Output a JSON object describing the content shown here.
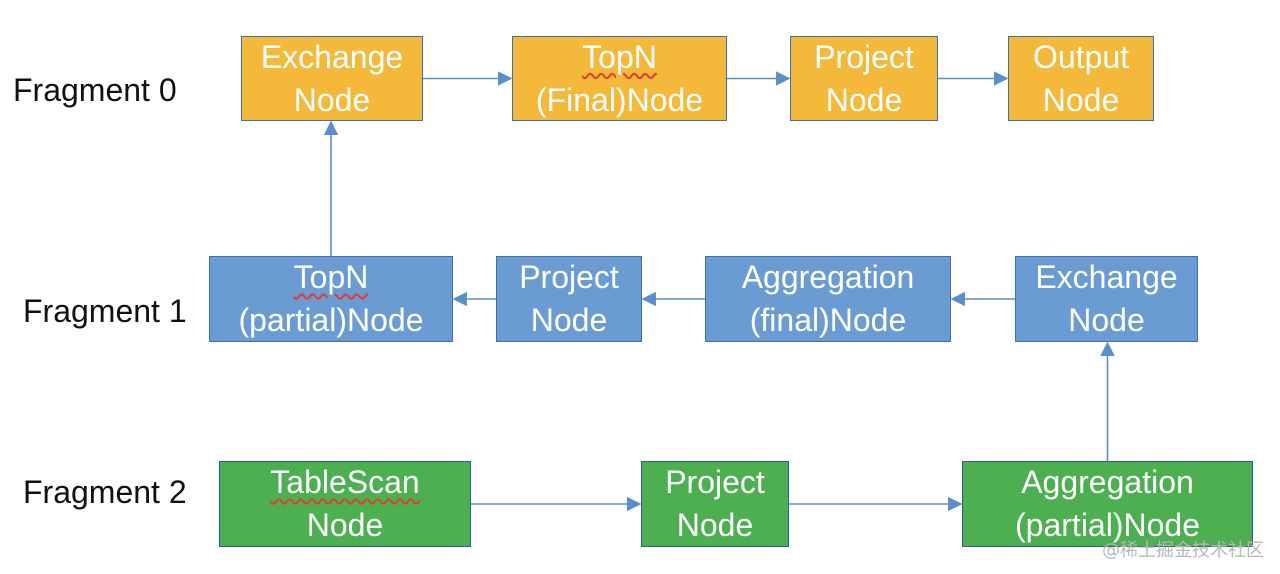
{
  "fragments": [
    {
      "label": "Fragment 0",
      "nodes": [
        {
          "id": "f0-exchange",
          "line1": "Exchange",
          "line2": "Node"
        },
        {
          "id": "f0-topn",
          "line1": "TopN",
          "line2": "(Final)Node"
        },
        {
          "id": "f0-project",
          "line1": "Project",
          "line2": "Node"
        },
        {
          "id": "f0-output",
          "line1": "Output",
          "line2": "Node"
        }
      ]
    },
    {
      "label": "Fragment 1",
      "nodes": [
        {
          "id": "f1-topn",
          "line1": "TopN",
          "line2": "(partial)Node"
        },
        {
          "id": "f1-project",
          "line1": "Project",
          "line2": "Node"
        },
        {
          "id": "f1-aggregation",
          "line1": "Aggregation",
          "line2": "(final)Node"
        },
        {
          "id": "f1-exchange",
          "line1": "Exchange",
          "line2": "Node"
        }
      ]
    },
    {
      "label": "Fragment 2",
      "nodes": [
        {
          "id": "f2-tablescan",
          "line1": "TableScan",
          "line2": "Node"
        },
        {
          "id": "f2-project",
          "line1": "Project",
          "line2": "Node"
        },
        {
          "id": "f2-aggregation",
          "line1": "Aggregation",
          "line2": "(partial)Node"
        }
      ]
    }
  ],
  "colors": {
    "fragment0_fill": "#F4B93B",
    "fragment0_border": "#3E6FA8",
    "fragment1_fill": "#6A9BD3",
    "fragment1_border": "#3E6FA8",
    "fragment2_fill": "#4CAF50",
    "fragment2_border": "#2E5E8E",
    "arrow": "#5B8FCB"
  },
  "edges": [
    {
      "from": "f2-tablescan",
      "to": "f2-project"
    },
    {
      "from": "f2-project",
      "to": "f2-aggregation"
    },
    {
      "from": "f2-aggregation",
      "to": "f1-exchange"
    },
    {
      "from": "f1-exchange",
      "to": "f1-aggregation"
    },
    {
      "from": "f1-aggregation",
      "to": "f1-project"
    },
    {
      "from": "f1-project",
      "to": "f1-topn"
    },
    {
      "from": "f1-topn",
      "to": "f0-exchange"
    },
    {
      "from": "f0-exchange",
      "to": "f0-topn"
    },
    {
      "from": "f0-topn",
      "to": "f0-project"
    },
    {
      "from": "f0-project",
      "to": "f0-output"
    }
  ],
  "watermark": "@稀土掘金技术社区"
}
